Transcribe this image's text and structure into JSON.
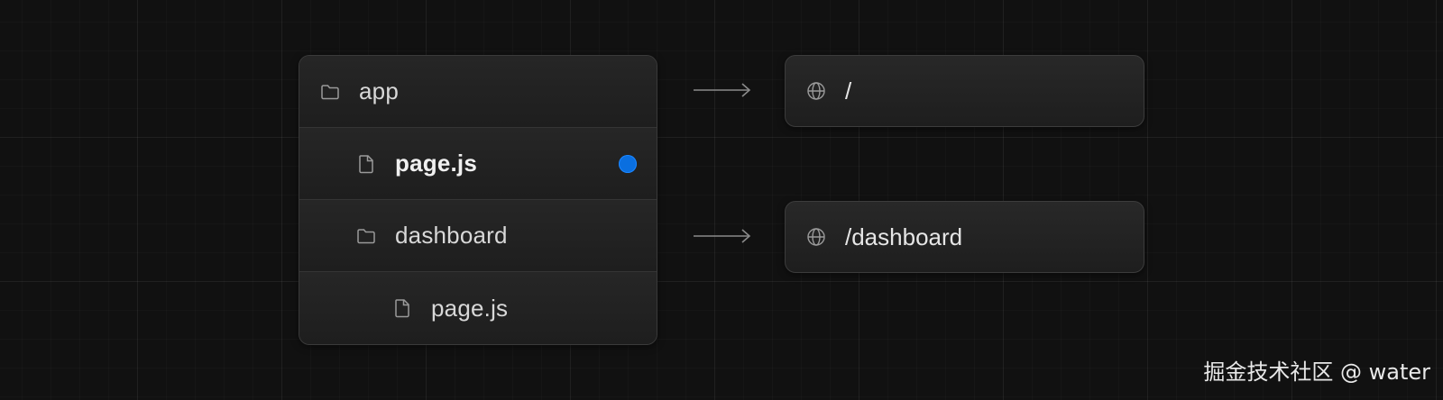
{
  "tree": {
    "rows": [
      {
        "label": "app",
        "icon": "folder-icon"
      },
      {
        "label": "page.js",
        "icon": "file-icon",
        "active_dot_color": "#0a6fe0"
      },
      {
        "label": "dashboard",
        "icon": "folder-icon"
      },
      {
        "label": "page.js",
        "icon": "file-icon"
      }
    ]
  },
  "routes": [
    {
      "label": "/",
      "icon": "globe-icon"
    },
    {
      "label": "/dashboard",
      "icon": "globe-icon"
    }
  ],
  "watermark": "掘金技术社区 @ water",
  "colors": {
    "background": "#111111",
    "accent": "#0a6fe0"
  }
}
